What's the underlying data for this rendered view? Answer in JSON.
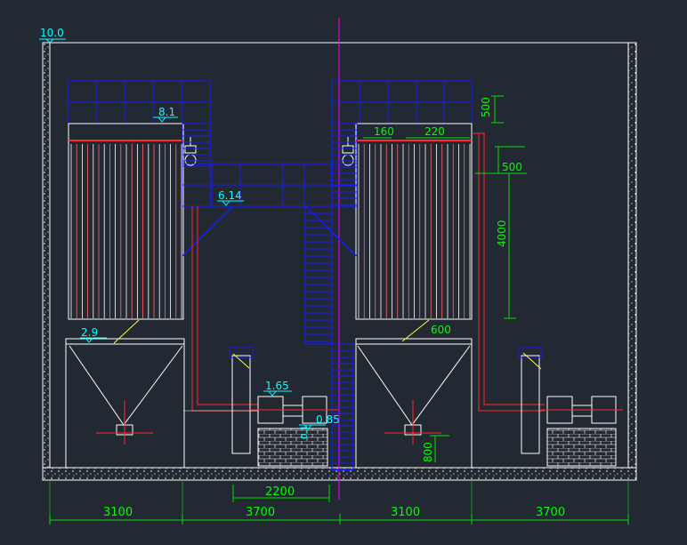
{
  "colors": {
    "background": "#222933",
    "outline": "#ffffff",
    "structure": "#1a1aff",
    "pipe": "#ff2a2a",
    "dimension": "#00e000",
    "leader": "#ffff33",
    "axis": "#ff00ff",
    "elevation_text": "#00ffff",
    "label_text": "#00ff00"
  },
  "elevations": {
    "top": "10.0",
    "left_roof": "8.1",
    "walkway": "6.14",
    "left_hopper": "2.9",
    "pump_base": "1.65",
    "small_a": "0.85",
    "small_b": "0.1"
  },
  "dimensions": {
    "top_gap": "500",
    "right_gap": "500",
    "bag_height": "4000",
    "hopper_offset": "600",
    "pump_width": "2200",
    "base_height": "800",
    "offset_a": "160",
    "offset_b": "220",
    "bays": [
      "3100",
      "3700",
      "3100",
      "3700"
    ]
  }
}
